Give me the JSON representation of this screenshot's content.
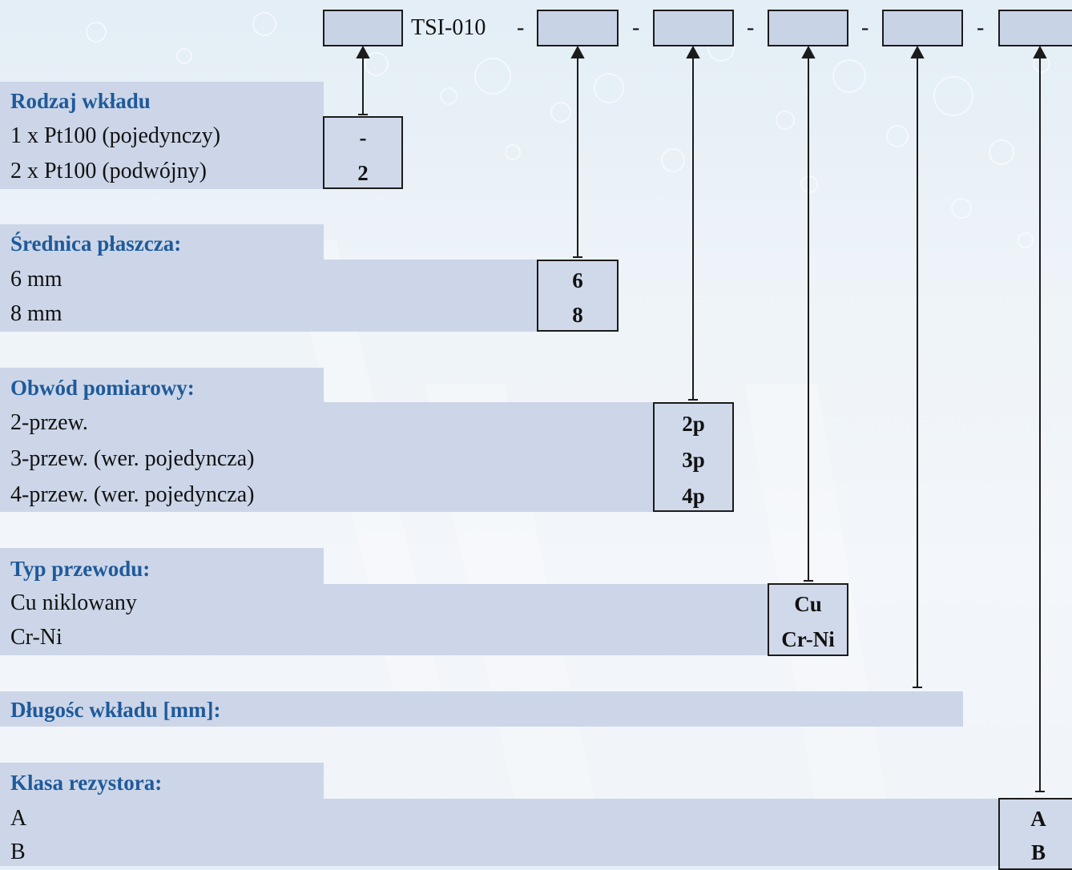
{
  "code_line": {
    "prefix": "TSI-010",
    "separator": "-"
  },
  "sections": [
    {
      "title": "Rodzaj wkładu",
      "options": [
        {
          "label": "1 x Pt100 (pojedynczy)",
          "code": "-"
        },
        {
          "label": "2 x Pt100 (podwójny)",
          "code": "2"
        }
      ]
    },
    {
      "title": "Średnica płaszcza:",
      "options": [
        {
          "label": "6 mm",
          "code": "6"
        },
        {
          "label": "8 mm",
          "code": "8"
        }
      ]
    },
    {
      "title": "Obwód pomiarowy:",
      "options": [
        {
          "label": "2-przew.",
          "code": "2p"
        },
        {
          "label": "3-przew. (wer. pojedyncza)",
          "code": "3p"
        },
        {
          "label": "4-przew. (wer. pojedyncza)",
          "code": "4p"
        }
      ]
    },
    {
      "title": "Typ przewodu:",
      "options": [
        {
          "label": "Cu niklowany",
          "code": "Cu"
        },
        {
          "label": "Cr-Ni",
          "code": "Cr-Ni"
        }
      ]
    },
    {
      "title": "Długośc wkładu [mm]:",
      "options": []
    },
    {
      "title": "Klasa rezystora:",
      "options": [
        {
          "label": "A",
          "code": "A"
        },
        {
          "label": "B",
          "code": "B"
        }
      ]
    }
  ],
  "colors": {
    "heading": "#1f5a9a",
    "band": "#ccd6e8",
    "box_fill": "#d0d9ea",
    "line": "#1b1b1b"
  }
}
